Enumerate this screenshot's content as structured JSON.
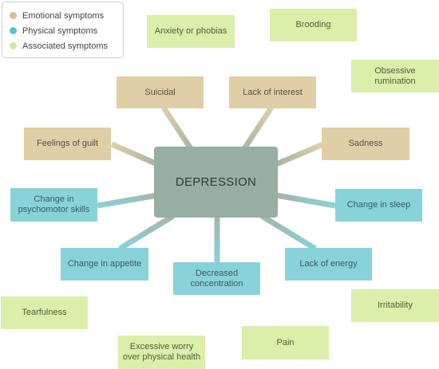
{
  "legend": [
    {
      "label": "Emotional symptoms",
      "color": "#d4c198"
    },
    {
      "label": "Physical symptoms",
      "color": "#5cc4cf"
    },
    {
      "label": "Associated symptoms",
      "color": "#d3ea9c"
    }
  ],
  "center": {
    "label": "DEPRESSION",
    "color": "#97aea3"
  },
  "emotional": [
    "Suicidal",
    "Lack of interest",
    "Feelings of guilt",
    "Sadness"
  ],
  "physical": [
    "Change in\npsychomotor skills",
    "Change in sleep",
    "Change in appetite",
    "Decreased\nconcentration",
    "Lack of energy"
  ],
  "associated": [
    "Anxiety or phobias",
    "Brooding",
    "Obsessive\nrumination",
    "Tearfulness",
    "Irritability",
    "Excessive worry\nover physical health",
    "Pain"
  ]
}
